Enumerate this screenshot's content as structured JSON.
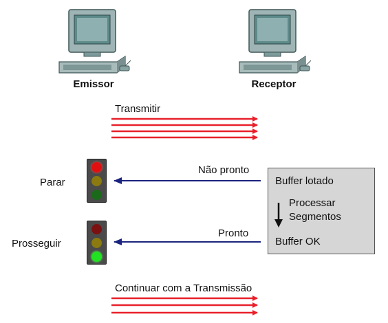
{
  "computers": {
    "sender_label": "Emissor",
    "receiver_label": "Receptor"
  },
  "flows": {
    "transmit_label": "Transmitir",
    "not_ready_label": "Não pronto",
    "ready_label": "Pronto",
    "continue_label": "Continuar com a Transmissão"
  },
  "states": {
    "stop_label": "Parar",
    "proceed_label": "Prosseguir"
  },
  "buffer_box": {
    "full_label": "Buffer lotado",
    "process_line1": "Processar",
    "process_line2": "Segmentos",
    "ok_label": "Buffer OK"
  },
  "traffic_lights": {
    "stop": {
      "red": "#e01010",
      "yellow": "#8a7a10",
      "green": "#1a6a1a"
    },
    "go": {
      "red": "#7a1010",
      "yellow": "#8a7a10",
      "green": "#22e022"
    }
  },
  "colors": {
    "data_arrow": "#e8202a",
    "control_arrow": "#1a237e"
  }
}
